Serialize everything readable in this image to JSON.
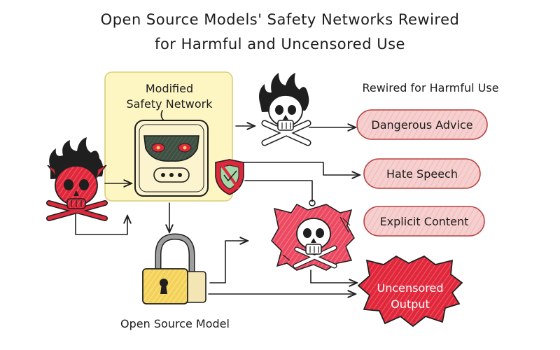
{
  "title": {
    "line1": "Open Source Models' Safety Networks Rewired",
    "line2": "for Harmful and Uncensored Use"
  },
  "modified_box": {
    "line1": "Modified",
    "line2": "Safety Network"
  },
  "rewired_heading": "Rewired for Harmful Use",
  "outcomes": [
    {
      "label": "Dangerous Advice"
    },
    {
      "label": "Hate Speech"
    },
    {
      "label": "Explicit Content"
    }
  ],
  "uncensored": {
    "line1": "Uncensored",
    "line2": "Output"
  },
  "open_source_label": "Open Source Model",
  "icons": [
    "flaming-skull-icon",
    "robot-evil-icon",
    "crossed-shield-icon",
    "skull-crossbones-icon",
    "torn-skull-banner-icon",
    "padlock-icon"
  ],
  "colors": {
    "yellow_box": "#fdf6c3",
    "pink_pill": "#f6c9c9",
    "red": "#e0283c",
    "uncensored_red": "#e8303f"
  }
}
